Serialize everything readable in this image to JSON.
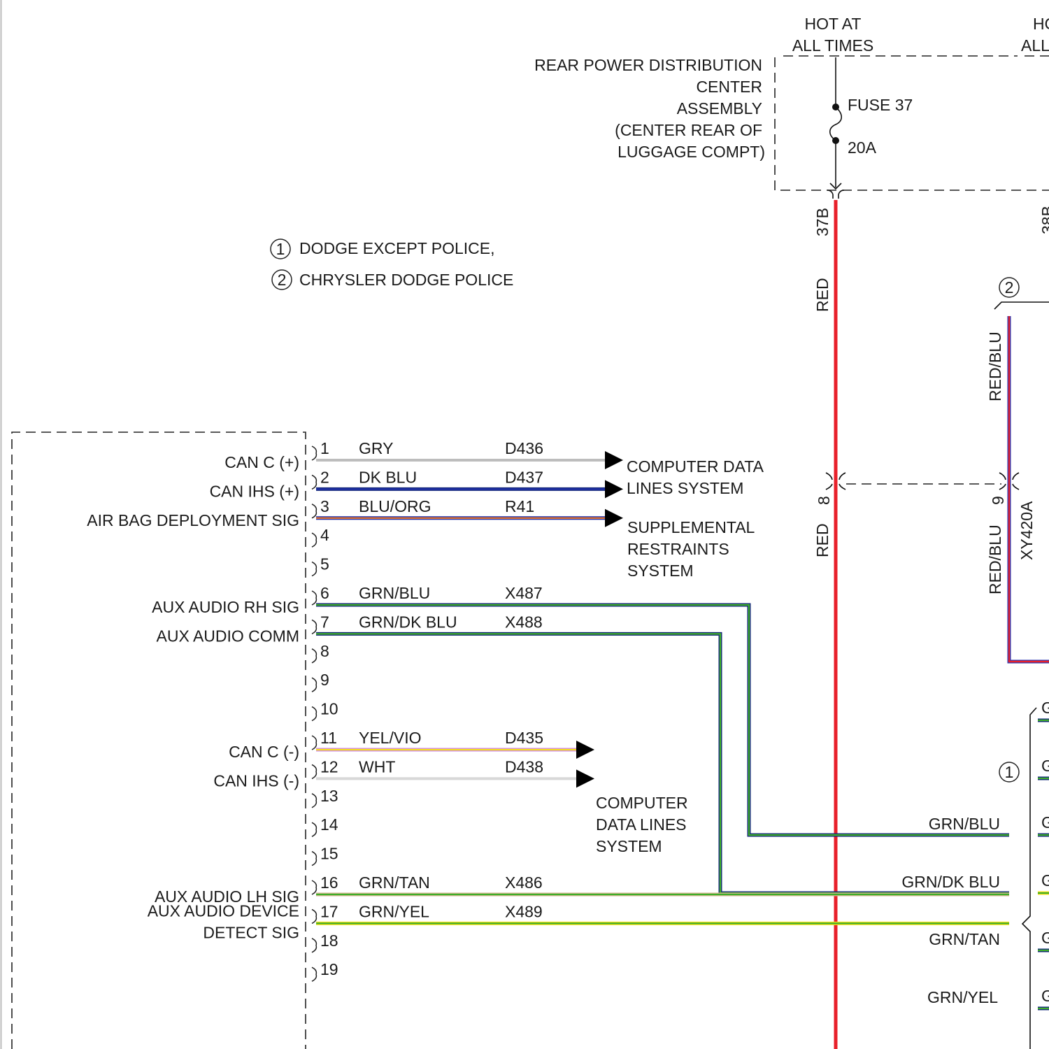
{
  "fuse_block": {
    "hot_labels": [
      {
        "line1": "HOT AT",
        "line2": "ALL TIMES"
      },
      {
        "line1": "HO",
        "line2": "ALL"
      }
    ],
    "name_lines": [
      "REAR POWER DISTRIBUTION",
      "CENTER",
      "ASSEMBLY",
      "(CENTER REAR OF",
      "LUGGAGE COMPT)"
    ],
    "fuse_name": "FUSE 37",
    "fuse_rating": "20A"
  },
  "legend": [
    {
      "number": "1",
      "text": "DODGE EXCEPT POLICE,"
    },
    {
      "number": "2",
      "text": "CHRYSLER DODGE POLICE"
    }
  ],
  "feed_circuits": {
    "red_circuit_id": "37B",
    "red_color_upper": "RED",
    "red_pin": "8",
    "red_color_lower": "RED",
    "second_circuit_id": "XY420A",
    "second_color_upper": "RED/BLU",
    "second_pin": "9",
    "second_color_lower": "RED/BLU",
    "variant_2_marker": "2",
    "variant_1_marker": "1",
    "hidden_circuit_fragment": "38B"
  },
  "module_pins": [
    {
      "pin": "1",
      "signal": "CAN C (+)",
      "color": "GRY",
      "circuit": "D436"
    },
    {
      "pin": "2",
      "signal": "CAN IHS (+)",
      "color": "DK BLU",
      "circuit": "D437"
    },
    {
      "pin": "3",
      "signal": "AIR BAG DEPLOYMENT SIG",
      "color": "BLU/ORG",
      "circuit": "R41"
    },
    {
      "pin": "4",
      "signal": "",
      "color": "",
      "circuit": ""
    },
    {
      "pin": "5",
      "signal": "",
      "color": "",
      "circuit": ""
    },
    {
      "pin": "6",
      "signal": "AUX AUDIO RH SIG",
      "color": "GRN/BLU",
      "circuit": "X487",
      "right_label": "GRN/BLU"
    },
    {
      "pin": "7",
      "signal": "AUX AUDIO COMM",
      "color": "GRN/DK BLU",
      "circuit": "X488",
      "right_label": "GRN/DK BLU"
    },
    {
      "pin": "8",
      "signal": "",
      "color": "",
      "circuit": ""
    },
    {
      "pin": "9",
      "signal": "",
      "color": "",
      "circuit": ""
    },
    {
      "pin": "10",
      "signal": "",
      "color": "",
      "circuit": ""
    },
    {
      "pin": "11",
      "signal": "CAN C (-)",
      "color": "YEL/VIO",
      "circuit": "D435"
    },
    {
      "pin": "12",
      "signal": "CAN IHS (-)",
      "color": "WHT",
      "circuit": "D438"
    },
    {
      "pin": "13",
      "signal": "",
      "color": "",
      "circuit": ""
    },
    {
      "pin": "14",
      "signal": "",
      "color": "",
      "circuit": ""
    },
    {
      "pin": "15",
      "signal": "",
      "color": "",
      "circuit": ""
    },
    {
      "pin": "16",
      "signal": "AUX AUDIO LH SIG",
      "color": "GRN/TAN",
      "circuit": "X486",
      "right_label": "GRN/TAN"
    },
    {
      "pin": "17",
      "signal": "AUX AUDIO DEVICE",
      "signal_line2": "DETECT SIG",
      "color": "GRN/YEL",
      "circuit": "X489",
      "right_label": "GRN/YEL"
    },
    {
      "pin": "18",
      "signal": "",
      "color": "",
      "circuit": ""
    },
    {
      "pin": "19",
      "signal": "",
      "color": "",
      "circuit": ""
    }
  ],
  "destinations": [
    {
      "lines": [
        "COMPUTER DATA",
        "LINES SYSTEM"
      ]
    },
    {
      "lines": [
        "SUPPLEMENTAL",
        "RESTRAINTS",
        "SYSTEM"
      ]
    },
    {
      "lines": [
        "COMPUTER",
        "DATA LINES",
        "SYSTEM"
      ]
    }
  ],
  "right_connector_partial_labels": [
    "G",
    "G",
    "G",
    "G",
    "G",
    "G"
  ],
  "wire_colors": {
    "gry": "#bdbdbd",
    "dk_blu": "#14287a",
    "blu": "#1f2fa8",
    "org": "#f07a2a",
    "grn": "#3fae2a",
    "tan": "#d2b48c",
    "yel": "#f4e01a",
    "vio": "#d08ae6",
    "wht": "#d8d8d8",
    "red": "#e8202a"
  }
}
